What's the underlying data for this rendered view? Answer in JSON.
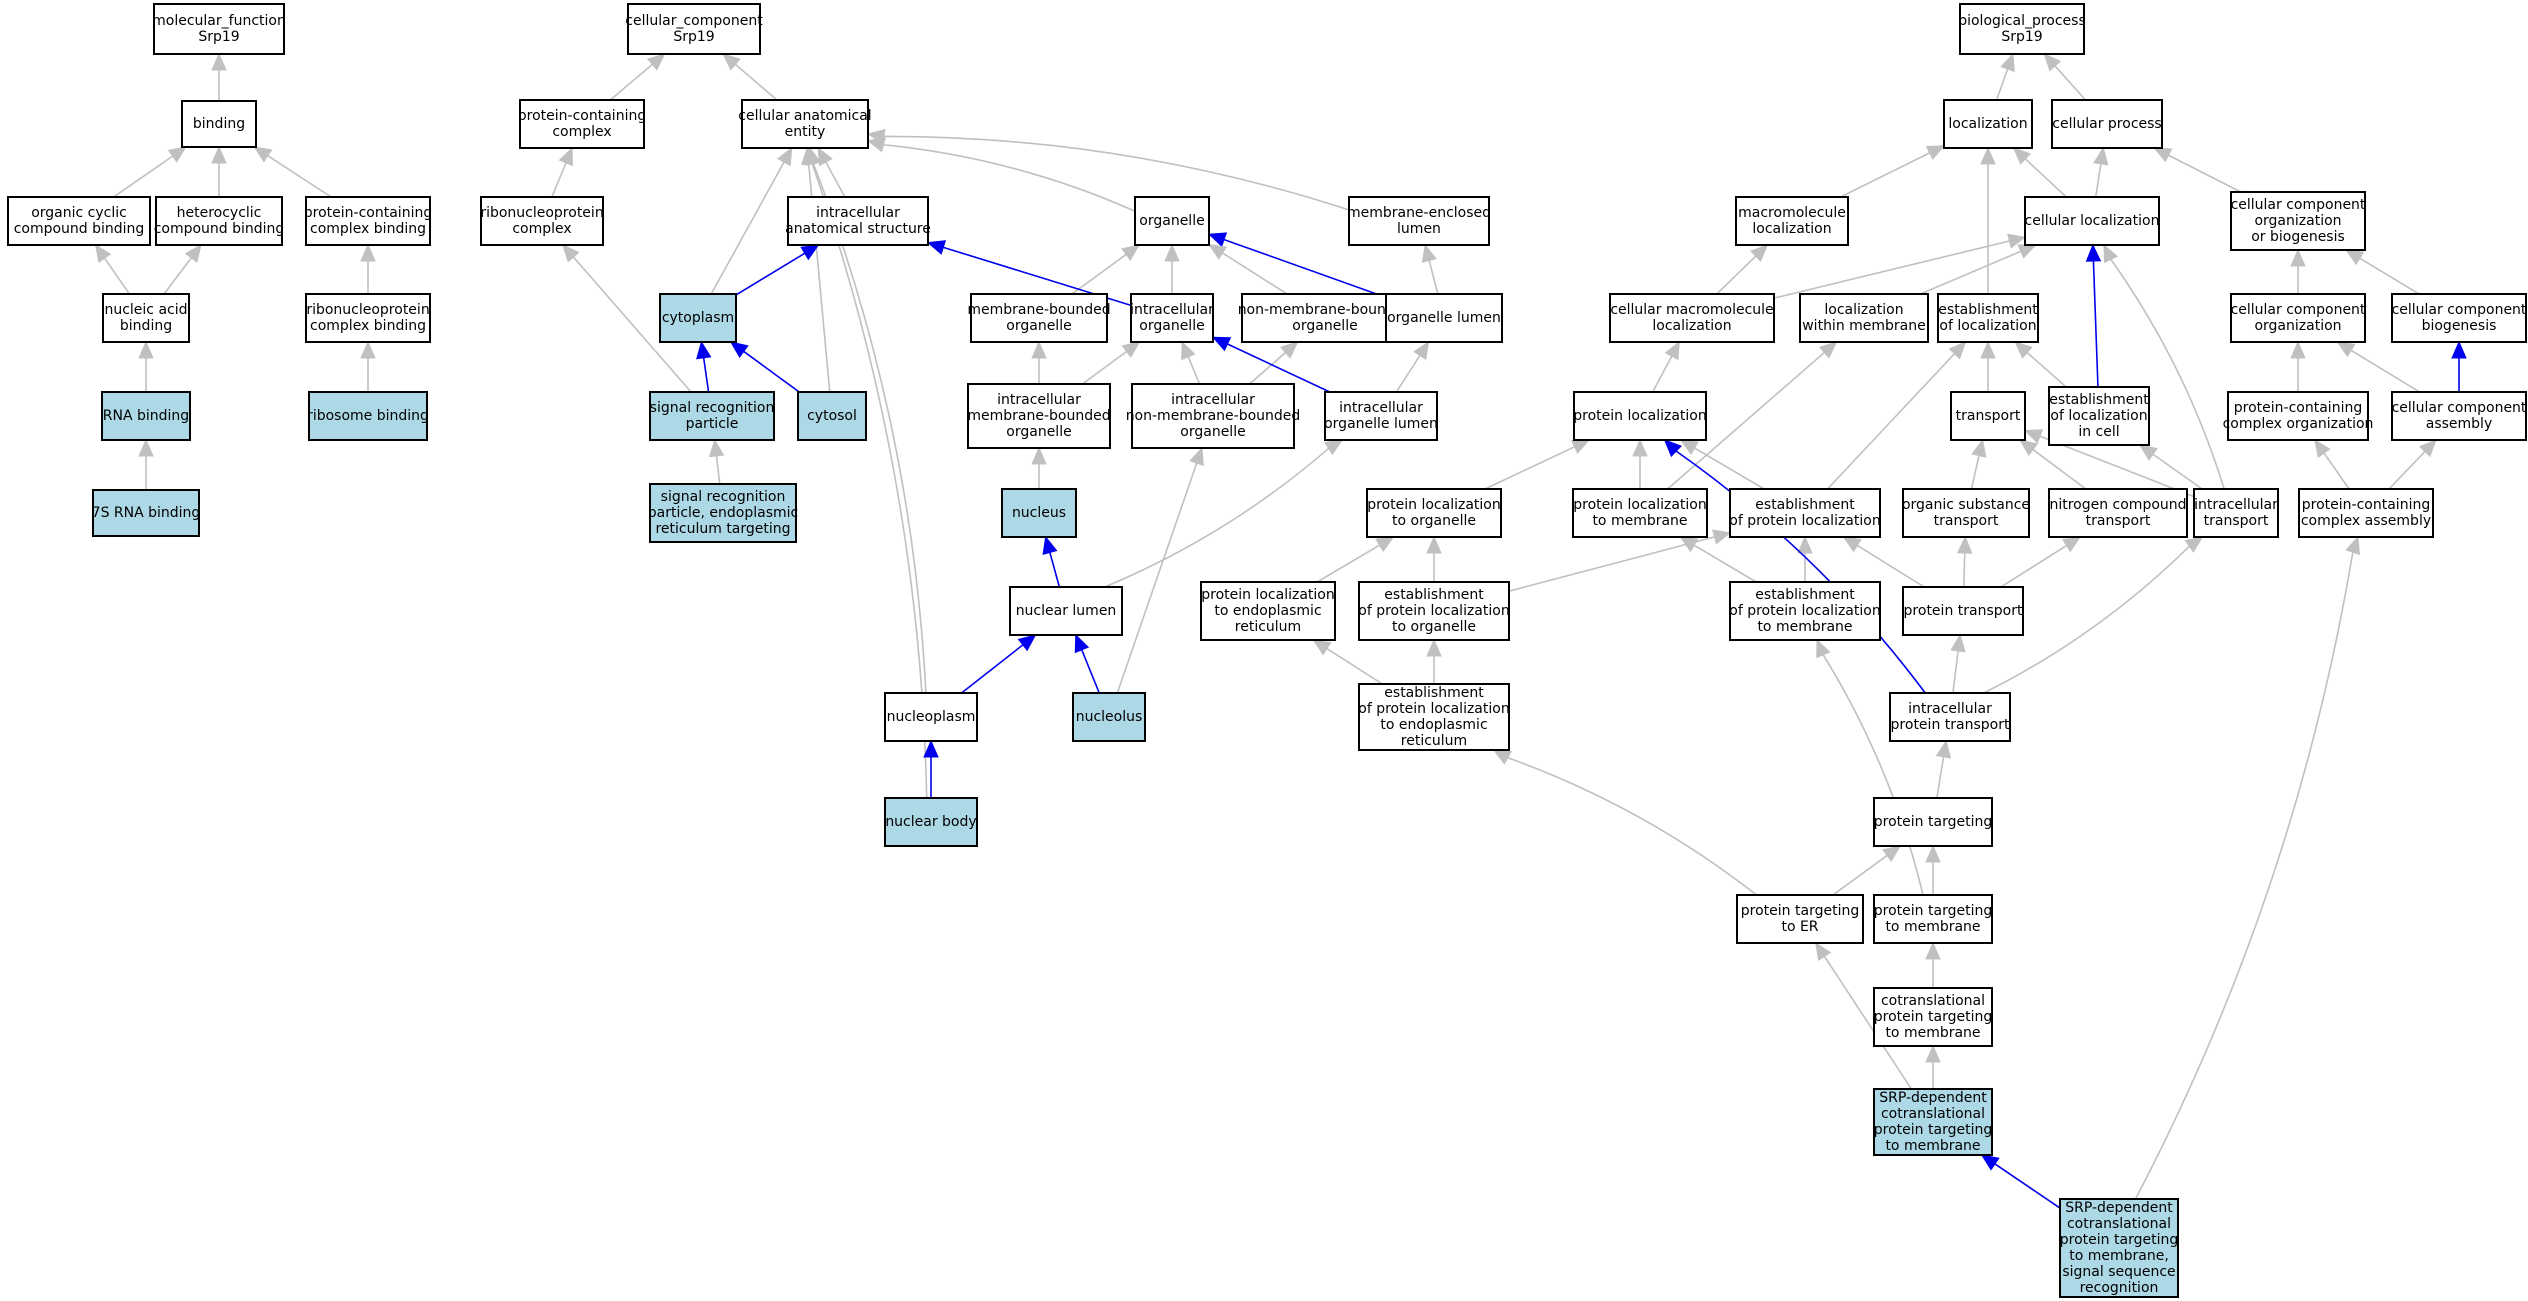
{
  "colors": {
    "highlight": "#add8e6",
    "plain": "#ffffff",
    "edge_gray": "#c0c0c0",
    "edge_blue": "#0000ee"
  },
  "nodes": [
    {
      "id": "mf",
      "lines": [
        "molecular_function",
        "Srp19"
      ],
      "highlight": false
    },
    {
      "id": "binding",
      "lines": [
        "binding"
      ],
      "highlight": false
    },
    {
      "id": "ocb",
      "lines": [
        "organic cyclic",
        "compound binding"
      ],
      "highlight": false
    },
    {
      "id": "hcb",
      "lines": [
        "heterocyclic",
        "compound binding"
      ],
      "highlight": false
    },
    {
      "id": "pccb",
      "lines": [
        "protein-containing",
        "complex binding"
      ],
      "highlight": false
    },
    {
      "id": "nab",
      "lines": [
        "nucleic acid",
        "binding"
      ],
      "highlight": false
    },
    {
      "id": "rnpcb",
      "lines": [
        "ribonucleoprotein",
        "complex binding"
      ],
      "highlight": false
    },
    {
      "id": "rnab",
      "lines": [
        "RNA binding"
      ],
      "highlight": true
    },
    {
      "id": "ribob",
      "lines": [
        "ribosome binding"
      ],
      "highlight": true
    },
    {
      "id": "7s",
      "lines": [
        "7S RNA binding"
      ],
      "highlight": true
    },
    {
      "id": "cc",
      "lines": [
        "cellular_component",
        "Srp19"
      ],
      "highlight": false
    },
    {
      "id": "pcc",
      "lines": [
        "protein-containing",
        "complex"
      ],
      "highlight": false
    },
    {
      "id": "cae",
      "lines": [
        "cellular anatomical",
        "entity"
      ],
      "highlight": false
    },
    {
      "id": "rnpc",
      "lines": [
        "ribonucleoprotein",
        "complex"
      ],
      "highlight": false
    },
    {
      "id": "ias",
      "lines": [
        "intracellular",
        "anatomical structure"
      ],
      "highlight": false
    },
    {
      "id": "organelle",
      "lines": [
        "organelle"
      ],
      "highlight": false
    },
    {
      "id": "mel",
      "lines": [
        "membrane-enclosed",
        "lumen"
      ],
      "highlight": false
    },
    {
      "id": "cytoplasm",
      "lines": [
        "cytoplasm"
      ],
      "highlight": true
    },
    {
      "id": "mbo",
      "lines": [
        "membrane-bounded",
        "organelle"
      ],
      "highlight": false
    },
    {
      "id": "io",
      "lines": [
        "intracellular",
        "organelle"
      ],
      "highlight": false
    },
    {
      "id": "nmbo",
      "lines": [
        "non-membrane-bounded",
        "organelle"
      ],
      "highlight": false
    },
    {
      "id": "ol",
      "lines": [
        "organelle lumen"
      ],
      "highlight": false
    },
    {
      "id": "srpart",
      "lines": [
        "signal recognition",
        "particle"
      ],
      "highlight": true
    },
    {
      "id": "cytosol",
      "lines": [
        "cytosol"
      ],
      "highlight": true
    },
    {
      "id": "imbo",
      "lines": [
        "intracellular",
        "membrane-bounded",
        "organelle"
      ],
      "highlight": false
    },
    {
      "id": "inmbo",
      "lines": [
        "intracellular",
        "non-membrane-bounded",
        "organelle"
      ],
      "highlight": false
    },
    {
      "id": "iol",
      "lines": [
        "intracellular",
        "organelle lumen"
      ],
      "highlight": false
    },
    {
      "id": "srper",
      "lines": [
        "signal recognition",
        "particle, endoplasmic",
        "reticulum targeting"
      ],
      "highlight": true
    },
    {
      "id": "nucleus",
      "lines": [
        "nucleus"
      ],
      "highlight": true
    },
    {
      "id": "nlumen",
      "lines": [
        "nuclear lumen"
      ],
      "highlight": false
    },
    {
      "id": "nucleoplasm",
      "lines": [
        "nucleoplasm"
      ],
      "highlight": false
    },
    {
      "id": "nucleolus",
      "lines": [
        "nucleolus"
      ],
      "highlight": true
    },
    {
      "id": "nbody",
      "lines": [
        "nuclear body"
      ],
      "highlight": true
    },
    {
      "id": "bp",
      "lines": [
        "biological_process",
        "Srp19"
      ],
      "highlight": false
    },
    {
      "id": "loc",
      "lines": [
        "localization"
      ],
      "highlight": false
    },
    {
      "id": "cproc",
      "lines": [
        "cellular process"
      ],
      "highlight": false
    },
    {
      "id": "mloc",
      "lines": [
        "macromolecule",
        "localization"
      ],
      "highlight": false
    },
    {
      "id": "cloc",
      "lines": [
        "cellular localization"
      ],
      "highlight": false
    },
    {
      "id": "ccob",
      "lines": [
        "cellular component",
        "organization",
        "or biogenesis"
      ],
      "highlight": false
    },
    {
      "id": "cmloc",
      "lines": [
        "cellular macromolecule",
        "localization"
      ],
      "highlight": false
    },
    {
      "id": "lwm",
      "lines": [
        "localization",
        "within membrane"
      ],
      "highlight": false
    },
    {
      "id": "eol",
      "lines": [
        "establishment",
        "of localization"
      ],
      "highlight": false
    },
    {
      "id": "cco",
      "lines": [
        "cellular component",
        "organization"
      ],
      "highlight": false
    },
    {
      "id": "ccb",
      "lines": [
        "cellular component",
        "biogenesis"
      ],
      "highlight": false
    },
    {
      "id": "ploc",
      "lines": [
        "protein localization"
      ],
      "highlight": false
    },
    {
      "id": "transport",
      "lines": [
        "transport"
      ],
      "highlight": false
    },
    {
      "id": "eolc",
      "lines": [
        "establishment",
        "of localization",
        "in cell"
      ],
      "highlight": false
    },
    {
      "id": "pcco",
      "lines": [
        "protein-containing",
        "complex organization"
      ],
      "highlight": false
    },
    {
      "id": "cca",
      "lines": [
        "cellular component",
        "assembly"
      ],
      "highlight": false
    },
    {
      "id": "plo",
      "lines": [
        "protein localization",
        "to organelle"
      ],
      "highlight": false
    },
    {
      "id": "plm",
      "lines": [
        "protein localization",
        "to membrane"
      ],
      "highlight": false
    },
    {
      "id": "epl",
      "lines": [
        "establishment",
        "of protein localization"
      ],
      "highlight": false
    },
    {
      "id": "ost",
      "lines": [
        "organic substance",
        "transport"
      ],
      "highlight": false
    },
    {
      "id": "nct",
      "lines": [
        "nitrogen compound",
        "transport"
      ],
      "highlight": false
    },
    {
      "id": "itrans",
      "lines": [
        "intracellular",
        "transport"
      ],
      "highlight": false
    },
    {
      "id": "pcca",
      "lines": [
        "protein-containing",
        "complex assembly"
      ],
      "highlight": false
    },
    {
      "id": "pler",
      "lines": [
        "protein localization",
        "to endoplasmic",
        "reticulum"
      ],
      "highlight": false
    },
    {
      "id": "eplo",
      "lines": [
        "establishment",
        "of protein localization",
        "to organelle"
      ],
      "highlight": false
    },
    {
      "id": "eplm",
      "lines": [
        "establishment",
        "of protein localization",
        "to membrane"
      ],
      "highlight": false
    },
    {
      "id": "ptrans",
      "lines": [
        "protein transport"
      ],
      "highlight": false
    },
    {
      "id": "epler",
      "lines": [
        "establishment",
        "of protein localization",
        "to endoplasmic",
        "reticulum"
      ],
      "highlight": false
    },
    {
      "id": "ipt",
      "lines": [
        "intracellular",
        "protein transport"
      ],
      "highlight": false
    },
    {
      "id": "ptarg",
      "lines": [
        "protein targeting"
      ],
      "highlight": false
    },
    {
      "id": "pter",
      "lines": [
        "protein targeting",
        "to ER"
      ],
      "highlight": false
    },
    {
      "id": "ptm",
      "lines": [
        "protein targeting",
        "to membrane"
      ],
      "highlight": false
    },
    {
      "id": "cptm",
      "lines": [
        "cotranslational",
        "protein targeting",
        "to membrane"
      ],
      "highlight": false
    },
    {
      "id": "srpcptm",
      "lines": [
        "SRP-dependent",
        "cotranslational",
        "protein targeting",
        "to membrane"
      ],
      "highlight": true
    },
    {
      "id": "srpssr",
      "lines": [
        "SRP-dependent",
        "cotranslational",
        "protein targeting",
        "to membrane,",
        "signal sequence",
        "recognition"
      ],
      "highlight": true
    }
  ],
  "edges": [
    {
      "from": "binding",
      "to": "mf",
      "blue": false
    },
    {
      "from": "ocb",
      "to": "binding",
      "blue": false
    },
    {
      "from": "hcb",
      "to": "binding",
      "blue": false
    },
    {
      "from": "pccb",
      "to": "binding",
      "blue": false
    },
    {
      "from": "nab",
      "to": "ocb",
      "blue": false
    },
    {
      "from": "nab",
      "to": "hcb",
      "blue": false
    },
    {
      "from": "rnpcb",
      "to": "pccb",
      "blue": false
    },
    {
      "from": "rnab",
      "to": "nab",
      "blue": false
    },
    {
      "from": "ribob",
      "to": "rnpcb",
      "blue": false
    },
    {
      "from": "7s",
      "to": "rnab",
      "blue": false
    },
    {
      "from": "pcc",
      "to": "cc",
      "blue": false
    },
    {
      "from": "cae",
      "to": "cc",
      "blue": false
    },
    {
      "from": "rnpc",
      "to": "pcc",
      "blue": false
    },
    {
      "from": "ias",
      "to": "cae",
      "blue": false
    },
    {
      "from": "organelle",
      "to": "cae",
      "blue": false
    },
    {
      "from": "mel",
      "to": "cae",
      "blue": false
    },
    {
      "from": "cytoplasm",
      "to": "cae",
      "blue": false
    },
    {
      "from": "cytosol",
      "to": "cae",
      "blue": false
    },
    {
      "from": "nucleoplasm",
      "to": "cae",
      "blue": false
    },
    {
      "from": "nbody",
      "to": "cae",
      "blue": false
    },
    {
      "from": "cytoplasm",
      "to": "ias",
      "blue": true
    },
    {
      "from": "ol",
      "to": "organelle",
      "blue": true
    },
    {
      "from": "mbo",
      "to": "organelle",
      "blue": false
    },
    {
      "from": "io",
      "to": "organelle",
      "blue": false
    },
    {
      "from": "nmbo",
      "to": "organelle",
      "blue": false
    },
    {
      "from": "io",
      "to": "ias",
      "blue": true
    },
    {
      "from": "ol",
      "to": "mel",
      "blue": false
    },
    {
      "from": "srpart",
      "to": "cytoplasm",
      "blue": true
    },
    {
      "from": "cytosol",
      "to": "cytoplasm",
      "blue": true
    },
    {
      "from": "srpart",
      "to": "rnpc",
      "blue": false
    },
    {
      "from": "imbo",
      "to": "mbo",
      "blue": false
    },
    {
      "from": "imbo",
      "to": "io",
      "blue": false
    },
    {
      "from": "inmbo",
      "to": "io",
      "blue": false
    },
    {
      "from": "inmbo",
      "to": "nmbo",
      "blue": false
    },
    {
      "from": "iol",
      "to": "io",
      "blue": true
    },
    {
      "from": "iol",
      "to": "ol",
      "blue": false
    },
    {
      "from": "srper",
      "to": "srpart",
      "blue": false
    },
    {
      "from": "nucleus",
      "to": "imbo",
      "blue": false
    },
    {
      "from": "nlumen",
      "to": "nucleus",
      "blue": true
    },
    {
      "from": "nlumen",
      "to": "iol",
      "blue": false
    },
    {
      "from": "nucleoplasm",
      "to": "nlumen",
      "blue": true
    },
    {
      "from": "nucleolus",
      "to": "nlumen",
      "blue": true
    },
    {
      "from": "nucleolus",
      "to": "inmbo",
      "blue": false
    },
    {
      "from": "nbody",
      "to": "nucleoplasm",
      "blue": true
    },
    {
      "from": "loc",
      "to": "bp",
      "blue": false
    },
    {
      "from": "cproc",
      "to": "bp",
      "blue": false
    },
    {
      "from": "mloc",
      "to": "loc",
      "blue": false
    },
    {
      "from": "cloc",
      "to": "loc",
      "blue": false
    },
    {
      "from": "cloc",
      "to": "cproc",
      "blue": false
    },
    {
      "from": "ccob",
      "to": "cproc",
      "blue": false
    },
    {
      "from": "cmloc",
      "to": "mloc",
      "blue": false
    },
    {
      "from": "cmloc",
      "to": "cloc",
      "blue": false
    },
    {
      "from": "lwm",
      "to": "cloc",
      "blue": false
    },
    {
      "from": "eol",
      "to": "loc",
      "blue": false
    },
    {
      "from": "eolc",
      "to": "cloc",
      "blue": true
    },
    {
      "from": "eolc",
      "to": "eol",
      "blue": false
    },
    {
      "from": "cco",
      "to": "ccob",
      "blue": false
    },
    {
      "from": "ccb",
      "to": "ccob",
      "blue": false
    },
    {
      "from": "ploc",
      "to": "cmloc",
      "blue": false
    },
    {
      "from": "transport",
      "to": "eol",
      "blue": false
    },
    {
      "from": "pcco",
      "to": "cco",
      "blue": false
    },
    {
      "from": "cca",
      "to": "cco",
      "blue": false
    },
    {
      "from": "cca",
      "to": "ccb",
      "blue": true
    },
    {
      "from": "plo",
      "to": "ploc",
      "blue": false
    },
    {
      "from": "plm",
      "to": "ploc",
      "blue": false
    },
    {
      "from": "plm",
      "to": "lwm",
      "blue": false
    },
    {
      "from": "epl",
      "to": "ploc",
      "blue": false
    },
    {
      "from": "epl",
      "to": "eol",
      "blue": false
    },
    {
      "from": "ost",
      "to": "transport",
      "blue": false
    },
    {
      "from": "nct",
      "to": "transport",
      "blue": false
    },
    {
      "from": "itrans",
      "to": "transport",
      "blue": false
    },
    {
      "from": "itrans",
      "to": "eolc",
      "blue": false
    },
    {
      "from": "itrans",
      "to": "cloc",
      "blue": false
    },
    {
      "from": "pcca",
      "to": "pcco",
      "blue": false
    },
    {
      "from": "pcca",
      "to": "cca",
      "blue": false
    },
    {
      "from": "pler",
      "to": "plo",
      "blue": false
    },
    {
      "from": "eplo",
      "to": "plo",
      "blue": false
    },
    {
      "from": "eplo",
      "to": "epl",
      "blue": false
    },
    {
      "from": "eplm",
      "to": "plm",
      "blue": false
    },
    {
      "from": "eplm",
      "to": "epl",
      "blue": false
    },
    {
      "from": "ptrans",
      "to": "epl",
      "blue": false
    },
    {
      "from": "ptrans",
      "to": "ost",
      "blue": false
    },
    {
      "from": "ptrans",
      "to": "nct",
      "blue": false
    },
    {
      "from": "epler",
      "to": "pler",
      "blue": false
    },
    {
      "from": "epler",
      "to": "eplo",
      "blue": false
    },
    {
      "from": "ipt",
      "to": "ptrans",
      "blue": false
    },
    {
      "from": "ipt",
      "to": "itrans",
      "blue": false
    },
    {
      "from": "ipt",
      "to": "ploc",
      "blue": true
    },
    {
      "from": "ptarg",
      "to": "ipt",
      "blue": false
    },
    {
      "from": "pter",
      "to": "ptarg",
      "blue": false
    },
    {
      "from": "pter",
      "to": "epler",
      "blue": false
    },
    {
      "from": "ptm",
      "to": "ptarg",
      "blue": false
    },
    {
      "from": "ptm",
      "to": "eplm",
      "blue": false
    },
    {
      "from": "cptm",
      "to": "ptm",
      "blue": false
    },
    {
      "from": "srpcptm",
      "to": "cptm",
      "blue": false
    },
    {
      "from": "srpcptm",
      "to": "pter",
      "blue": false
    },
    {
      "from": "srpssr",
      "to": "srpcptm",
      "blue": true
    },
    {
      "from": "srpssr",
      "to": "pcca",
      "blue": false
    }
  ]
}
